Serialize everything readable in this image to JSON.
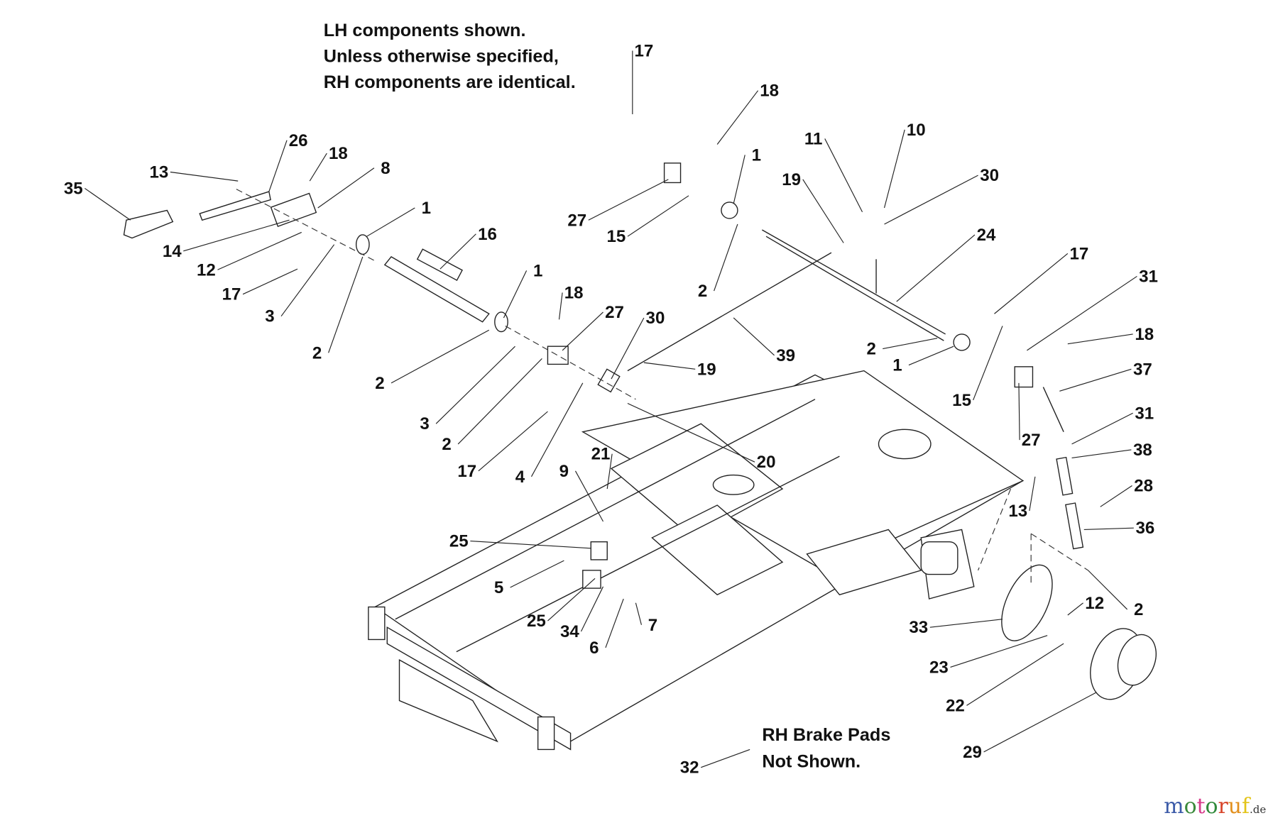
{
  "notes": {
    "top": [
      "LH components shown.",
      "Unless otherwise specified,",
      "RH components are identical."
    ],
    "brake": [
      "RH Brake Pads",
      "Not Shown."
    ]
  },
  "callouts": [
    "17",
    "18",
    "26",
    "18",
    "8",
    "13",
    "35",
    "1",
    "16",
    "11",
    "10",
    "1",
    "19",
    "30",
    "27",
    "15",
    "24",
    "14",
    "12",
    "17",
    "3",
    "2",
    "1",
    "2",
    "17",
    "31",
    "18",
    "27",
    "30",
    "39",
    "2",
    "1",
    "18",
    "37",
    "19",
    "2",
    "3",
    "2",
    "17",
    "4",
    "15",
    "27",
    "31",
    "38",
    "20",
    "21",
    "9",
    "13",
    "28",
    "36",
    "25",
    "5",
    "12",
    "2",
    "33",
    "25",
    "34",
    "7",
    "6",
    "23",
    "22",
    "29",
    "32"
  ],
  "watermark": {
    "main": "motoruf",
    "suffix": ".de",
    "letters": [
      "m",
      "o",
      "t",
      "o",
      "r",
      "u",
      "f"
    ],
    "colors": [
      "#3b5aa8",
      "#3b8a3b",
      "#d63a8a",
      "#2f8a3a",
      "#d8452a",
      "#e2901e",
      "#e3c419"
    ]
  }
}
